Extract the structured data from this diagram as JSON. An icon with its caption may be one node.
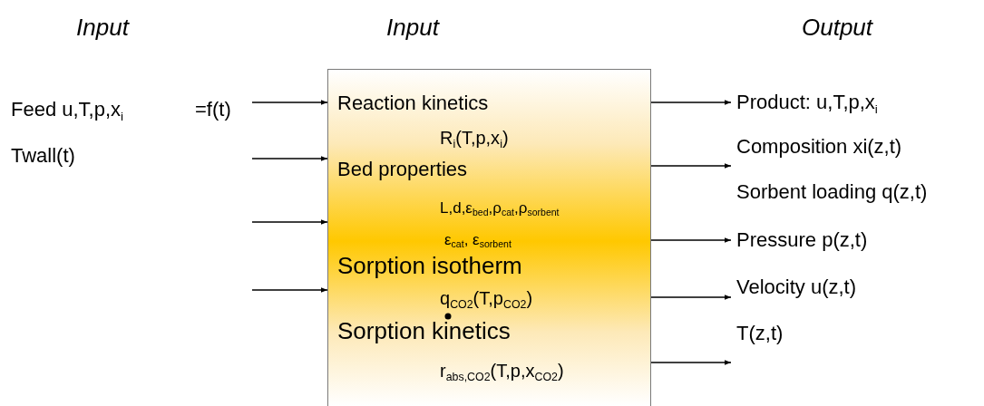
{
  "diagram": {
    "nodes": [
      {
        "text": [
          "Reaction kinetics",
          "R$_{i}$(T,p,x$_{i}$)",
          "Bed properties",
          "L,d,ε$_{bed}$,ρ$_{cat}$,ρ$_{sorbent}$",
          "ε$_{cat}$, ε$_{sorbent}$",
          "Sorption isotherm",
          "q$_{CO2}$(T,p$_{CO2}$)",
          "Sorption kinetics",
          "r$_{abs,CO2}$(T,p,x$_{CO2}$)"
        ]
      },
      {
        "text": [
          "Product: u,T,p,x$_{i}$"
        ]
      },
      {
        "text": [
          "Composition xi(z,t)"
        ]
      },
      {
        "text": [
          "Sorbent loading q(z,t)"
        ]
      },
      {
        "text": [
          "Pressure p(z,t)"
        ]
      },
      {
        "text": [
          "Velocity u(z,t)"
        ]
      },
      {
        "text": [
          "T(z,t)"
        ]
      }
    ],
    "edges": [
      {
        "from": null,
        "to": 0,
        "arrow": "to"
      },
      {
        "from": null,
        "to": 0,
        "arrow": "to"
      },
      {
        "from": null,
        "to": 0,
        "arrow": "to"
      },
      {
        "from": null,
        "to": 0,
        "arrow": "to"
      },
      {
        "from": 0,
        "to": 1,
        "arrow": "to"
      },
      {
        "from": 0,
        "to": 2,
        "arrow": "to"
      },
      {
        "from": 0,
        "to": 4,
        "arrow": "to"
      },
      {
        "from": 0,
        "to": 5,
        "arrow": "to"
      },
      {
        "from": 0,
        "to": 6,
        "arrow": "to"
      }
    ],
    "labels": [
      "Input",
      "Input",
      "Output",
      "Feed u,T,p,x$_{i}$",
      "=f(t)",
      "Twall(t)"
    ]
  }
}
